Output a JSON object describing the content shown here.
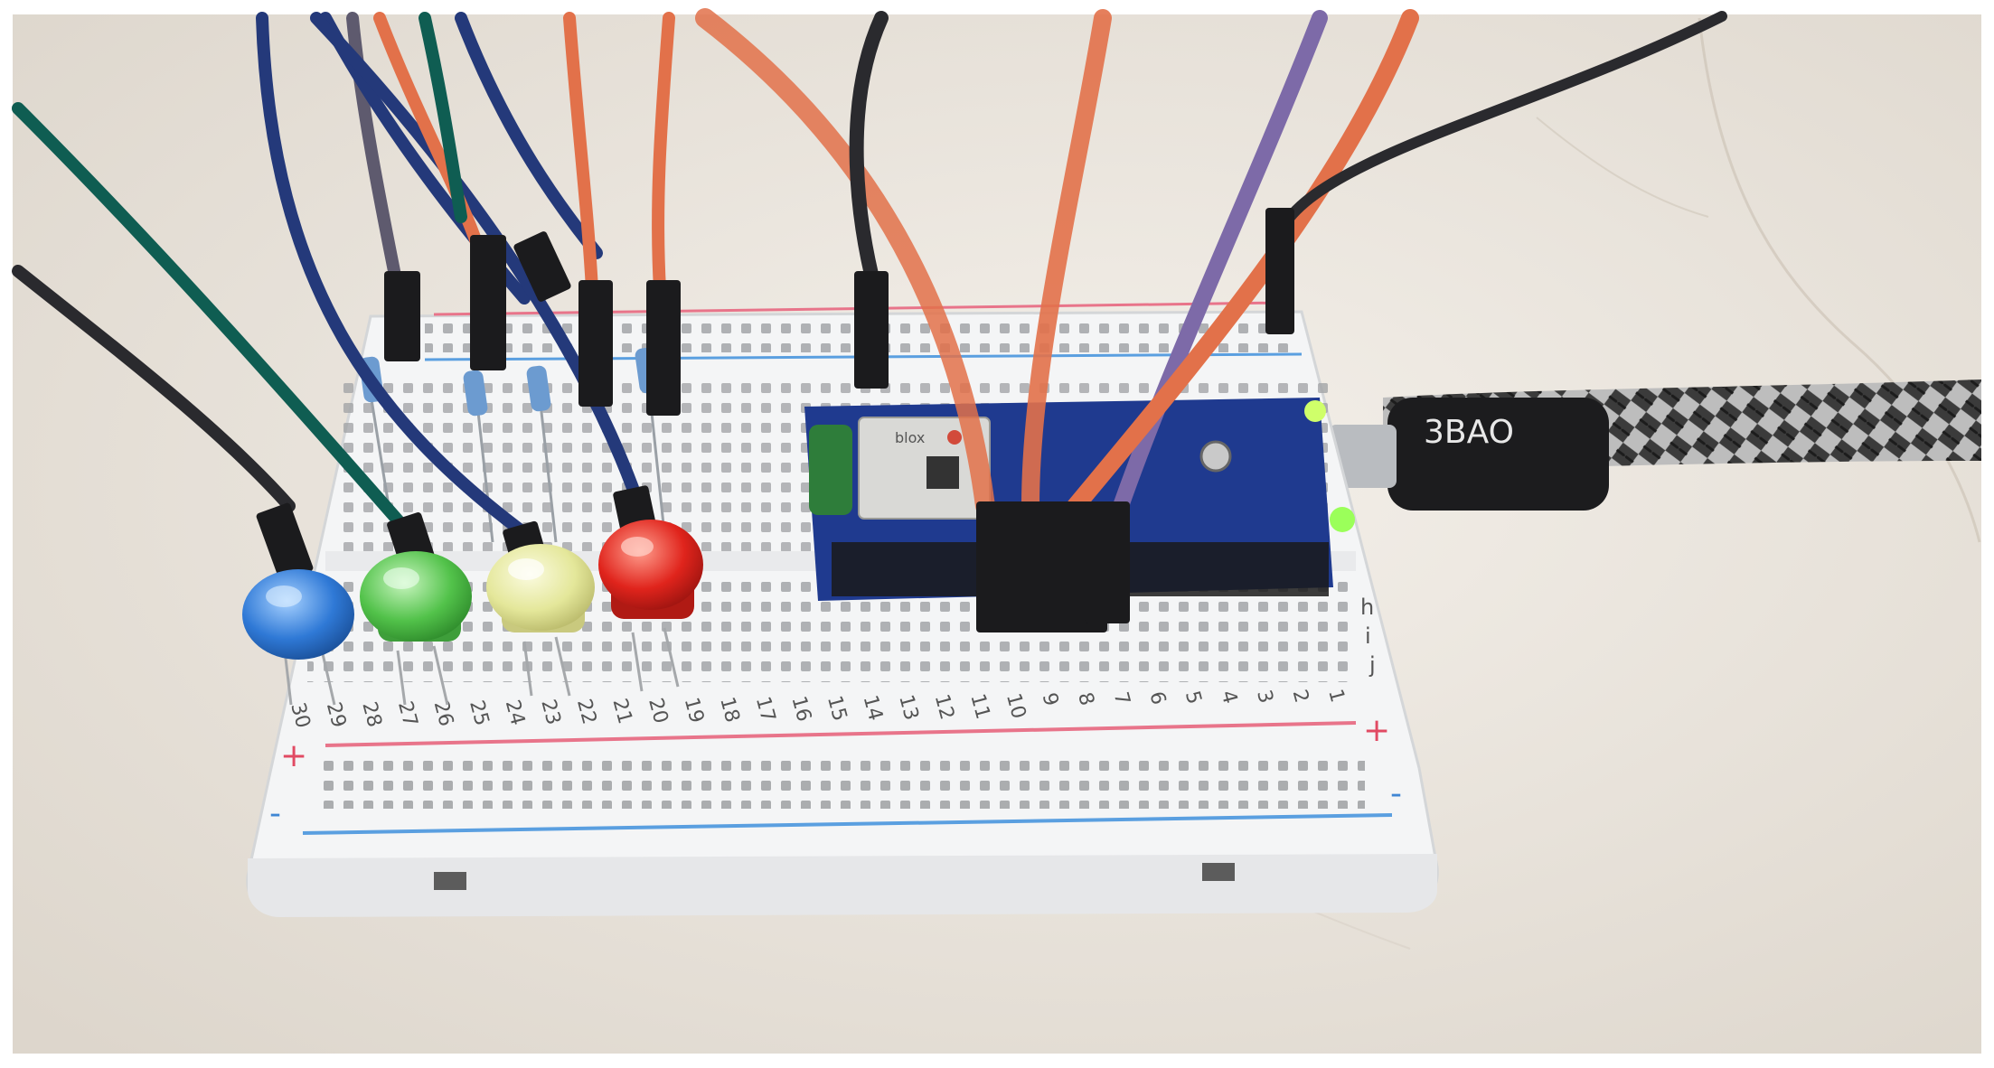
{
  "photo": {
    "subject": "breadboard-led-circuit",
    "breadboard": {
      "column_numbers": [
        "30",
        "29",
        "28",
        "27",
        "26",
        "25",
        "24",
        "23",
        "22",
        "21",
        "20",
        "19",
        "18",
        "17",
        "16",
        "15",
        "14",
        "13",
        "12",
        "11",
        "10",
        "9",
        "8",
        "7",
        "6",
        "5",
        "4",
        "3",
        "2",
        "1"
      ],
      "row_letters": [
        "h",
        "i",
        "j"
      ],
      "plus_sign": "+",
      "minus_sign": "-"
    },
    "leds": [
      {
        "color_name": "blue",
        "color": "#2f79d6"
      },
      {
        "color_name": "green",
        "color": "#52c24a"
      },
      {
        "color_name": "yellow",
        "color": "#e4e79a"
      },
      {
        "color_name": "red",
        "color": "#e0241c"
      }
    ],
    "microcontroller": {
      "module_brand": "blox",
      "board_color": "#1f3a8f"
    },
    "usb_cable": {
      "brand": "3BAO"
    },
    "wire_colors": {
      "navy": "#24397a",
      "orange": "#e2714a",
      "teal": "#0f5d52",
      "black": "#2a2a2e",
      "purple": "#7d6aa8",
      "gray": "#5e5a6e"
    },
    "rail_colors": {
      "positive": "#e8748a",
      "negative": "#5a9fe0"
    }
  }
}
